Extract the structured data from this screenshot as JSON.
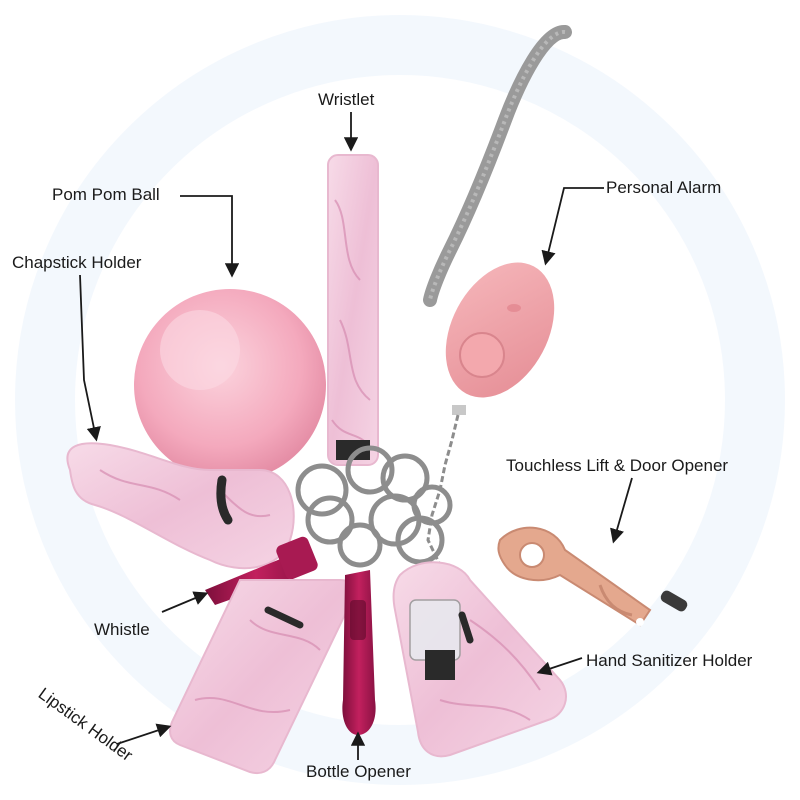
{
  "labels": {
    "wristlet": "Wristlet",
    "pom_pom_ball": "Pom Pom Ball",
    "chapstick_holder": "Chapstick Holder",
    "personal_alarm": "Personal Alarm",
    "touchless_opener": "Touchless Lift & Door Opener",
    "whistle": "Whistle",
    "hand_sanitizer_holder": "Hand Sanitizer Holder",
    "lipstick_holder": "Lipstick Holder",
    "bottle_opener": "Bottle Opener"
  },
  "colors": {
    "background": "#ffffff",
    "watermark": "#eaf3fb",
    "marble_pink": "#f1c9dd",
    "marble_vein": "#d58bb0",
    "pom_pom": "#f7b7c8",
    "alarm_pink": "#ef9fa6",
    "metal_gold": "#e4a88e",
    "wristlet_strap": "#9a9a9a",
    "whistle": "#b01850",
    "ring_silver": "#8d8d8d",
    "arrow": "#1a1a1a"
  }
}
